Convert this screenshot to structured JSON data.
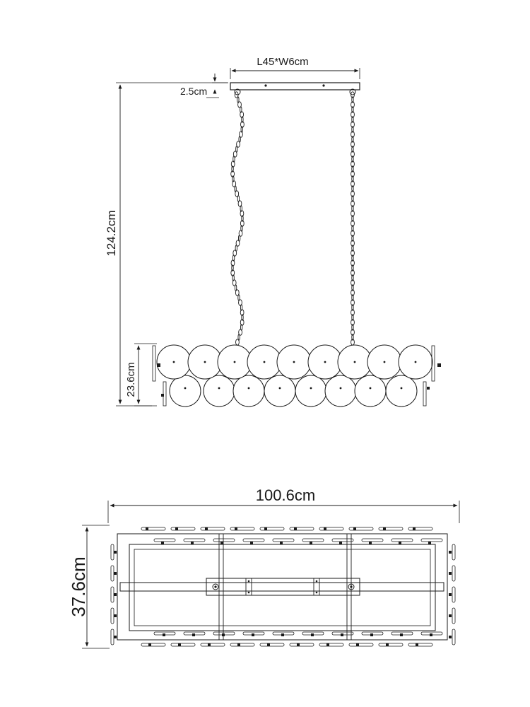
{
  "side_view": {
    "canopy_label": "L45*W6cm",
    "canopy_height_label": "2.5cm",
    "total_height_label": "124.2cm",
    "body_height_label": "23.6cm"
  },
  "top_view": {
    "length_label": "100.6cm",
    "width_label": "37.6cm"
  },
  "colors": {
    "line": "#1a1a1a",
    "background": "#ffffff"
  }
}
